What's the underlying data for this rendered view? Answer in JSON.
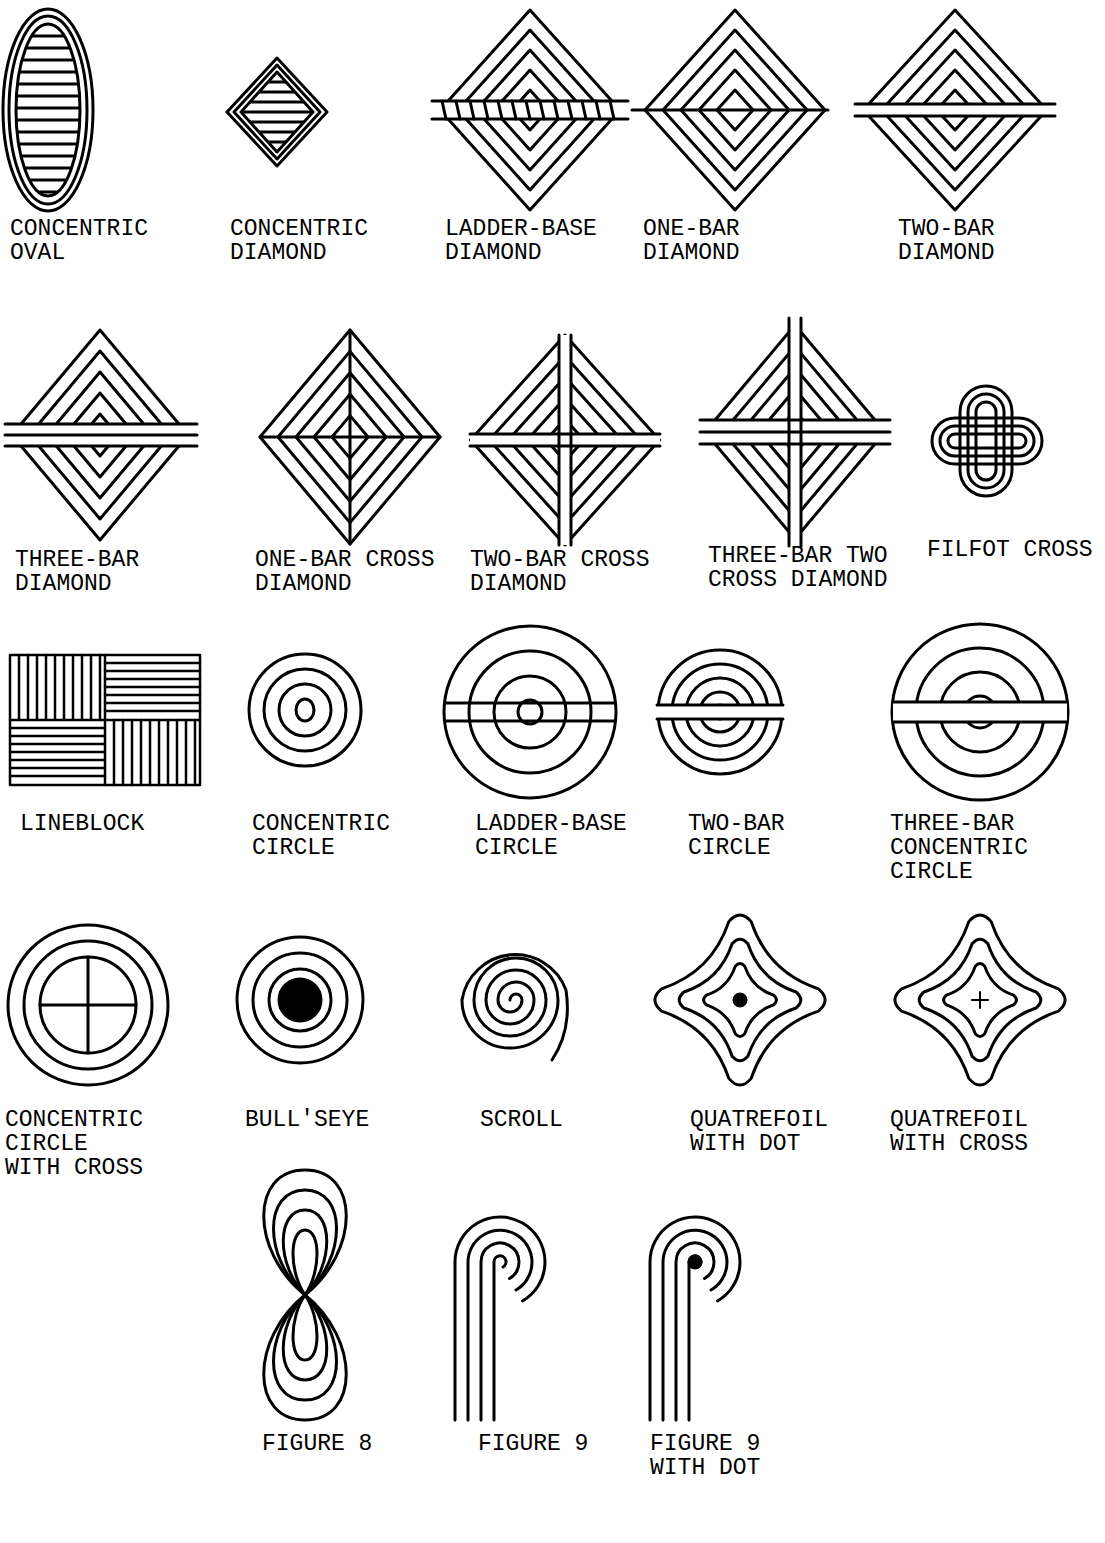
{
  "diagram": {
    "labels": [
      "CONCENTRIC OVAL",
      "CONCENTRIC DIAMOND",
      "LADDER-BASE DIAMOND",
      "ONE-BAR DIAMOND",
      "TWO-BAR DIAMOND",
      "THREE-BAR DIAMOND",
      "ONE-BAR CROSS DIAMOND",
      "TWO-BAR CROSS DIAMOND",
      "THREE-BAR TWO CROSS DIAMOND",
      "FILFOT CROSS",
      "LINEBLOCK",
      "CONCENTRIC CIRCLE",
      "LADDER-BASE CIRCLE",
      "TWO-BAR CIRCLE",
      "THREE-BAR CONCENTRIC CIRCLE",
      "CONCENTRIC CIRCLE WITH CROSS",
      "BULL'SEYE",
      "SCROLL",
      "QUATREFOIL WITH DOT",
      "QUATREFOIL WITH CROSS",
      "FIGURE 8",
      "FIGURE 9",
      "FIGURE 9 WITH DOT"
    ]
  }
}
